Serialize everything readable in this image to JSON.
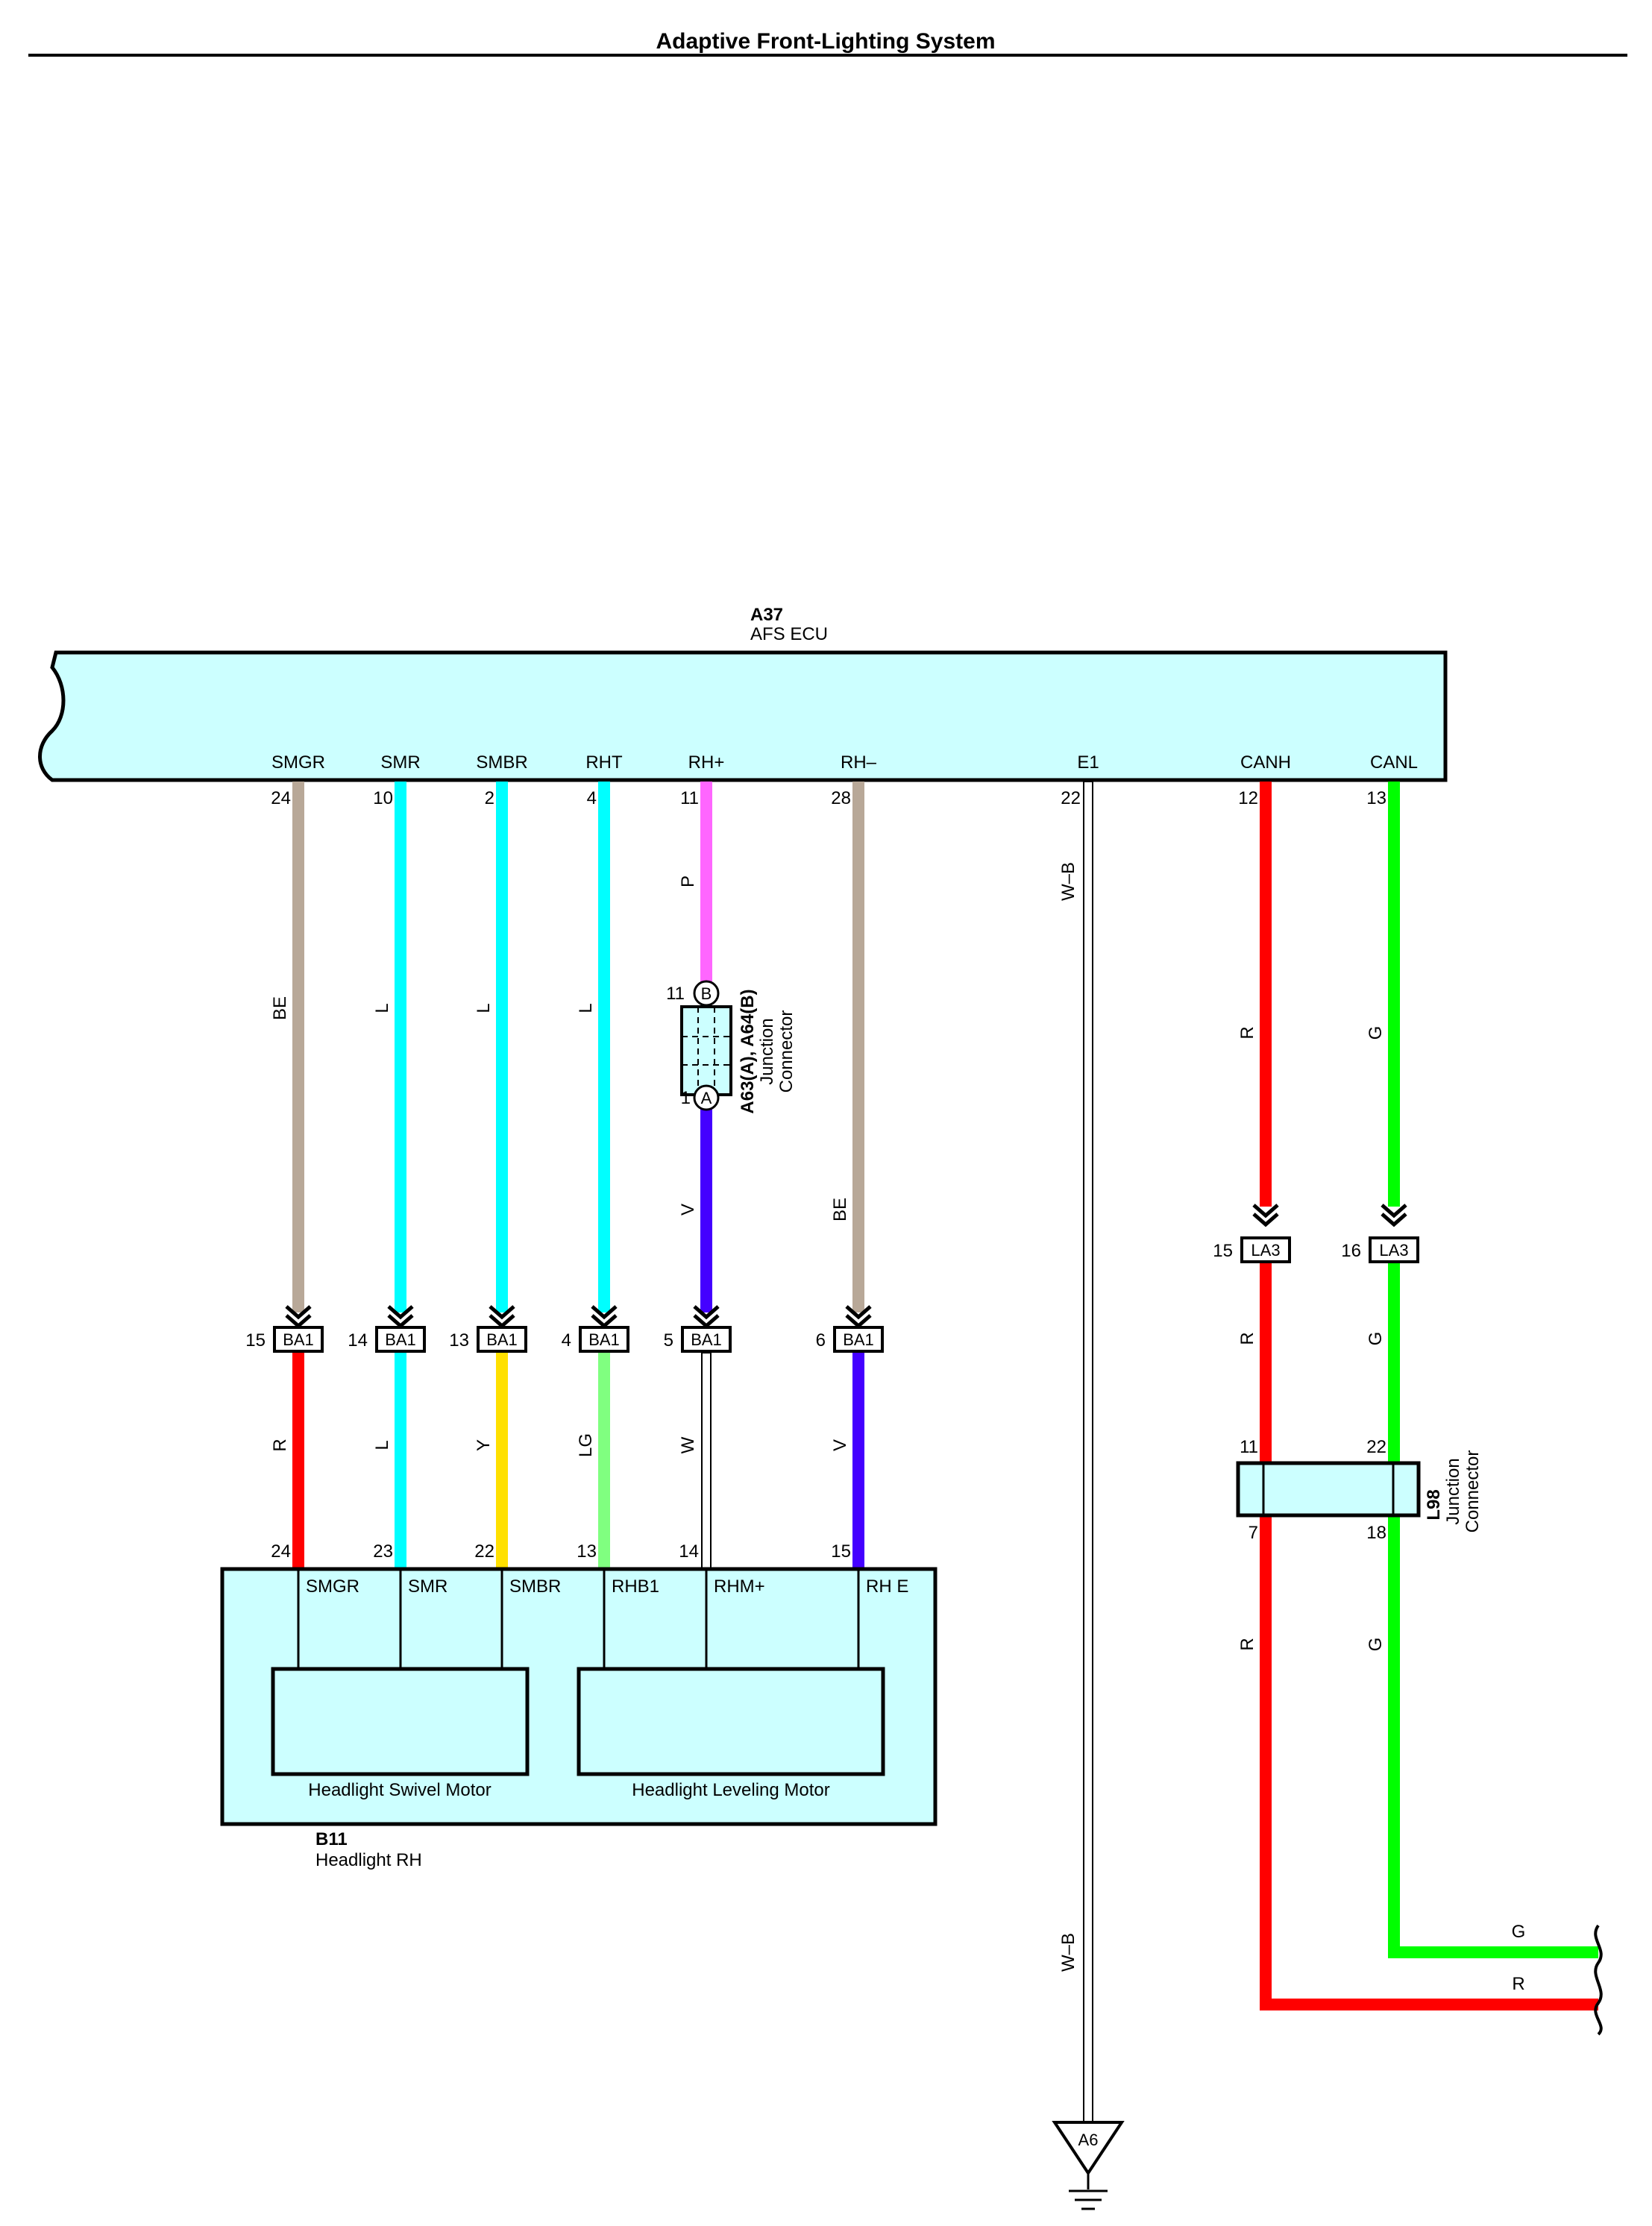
{
  "title": "Adaptive Front-Lighting System",
  "ecu": {
    "id": "A37",
    "name": "AFS ECU",
    "terminals": [
      {
        "name": "SMGR",
        "pin": "24"
      },
      {
        "name": "SMR",
        "pin": "10"
      },
      {
        "name": "SMBR",
        "pin": "2"
      },
      {
        "name": "RHT",
        "pin": "4"
      },
      {
        "name": "RH+",
        "pin": "11"
      },
      {
        "name": "RH–",
        "pin": "28"
      },
      {
        "name": "E1",
        "pin": "22"
      },
      {
        "name": "CANH",
        "pin": "12"
      },
      {
        "name": "CANL",
        "pin": "13"
      }
    ]
  },
  "upper_wires": [
    {
      "color_code": "BE",
      "hex": "#B8A898"
    },
    {
      "color_code": "L",
      "hex": "#00FFFF"
    },
    {
      "color_code": "L",
      "hex": "#00FFFF"
    },
    {
      "color_code": "L",
      "hex": "#00FFFF"
    },
    {
      "color_code": "P",
      "hex": "#FF66FF"
    },
    {
      "color_code": "V",
      "hex": "#4400FF"
    },
    {
      "color_code": "BE",
      "hex": "#B8A898"
    },
    {
      "color_code": "W–B",
      "hex": "#FFFFFF"
    },
    {
      "color_code": "R",
      "hex": "#FF0000"
    },
    {
      "color_code": "G",
      "hex": "#00FF00"
    }
  ],
  "junction_a63": {
    "id": "A63(A), A64(B)",
    "line1": "Junction",
    "line2": "Connector",
    "pin_b": "11",
    "pin_a": "1",
    "mark_b": "B",
    "mark_a": "A"
  },
  "ba1_connectors": [
    {
      "code": "BA1",
      "pin": "15"
    },
    {
      "code": "BA1",
      "pin": "14"
    },
    {
      "code": "BA1",
      "pin": "13"
    },
    {
      "code": "BA1",
      "pin": "4"
    },
    {
      "code": "BA1",
      "pin": "5"
    },
    {
      "code": "BA1",
      "pin": "6"
    }
  ],
  "lower_wires": [
    {
      "color_code": "R",
      "hex": "#FF0000"
    },
    {
      "color_code": "L",
      "hex": "#00FFFF"
    },
    {
      "color_code": "Y",
      "hex": "#FFE000"
    },
    {
      "color_code": "LG",
      "hex": "#80FF80"
    },
    {
      "color_code": "W",
      "hex": "#FFFFFF"
    },
    {
      "color_code": "V",
      "hex": "#4400FF"
    }
  ],
  "headlight": {
    "id": "B11",
    "name": "Headlight RH",
    "pins": [
      "24",
      "23",
      "22",
      "13",
      "14",
      "15"
    ],
    "terminals": [
      "SMGR",
      "SMR",
      "SMBR",
      "RHB1",
      "RHM+",
      "RH E"
    ],
    "swivel_motor": "Headlight Swivel Motor",
    "leveling_motor": "Headlight Leveling Motor"
  },
  "la3_connectors": [
    {
      "code": "LA3",
      "pin": "15"
    },
    {
      "code": "LA3",
      "pin": "16"
    }
  ],
  "can_wires": {
    "mid": [
      "R",
      "G"
    ],
    "lower": [
      "R",
      "G"
    ],
    "exit": [
      "G",
      "R"
    ]
  },
  "junction_l98": {
    "id": "L98",
    "line1": "Junction",
    "line2": "Connector",
    "pins_top": [
      "11",
      "22"
    ],
    "pins_bottom": [
      "7",
      "18"
    ]
  },
  "ground": {
    "id": "A6",
    "wire_code_upper": "W–B",
    "wire_code_lower": "W–B"
  },
  "colors": {
    "component_fill": "#CCFFFF",
    "outline": "#000000"
  }
}
